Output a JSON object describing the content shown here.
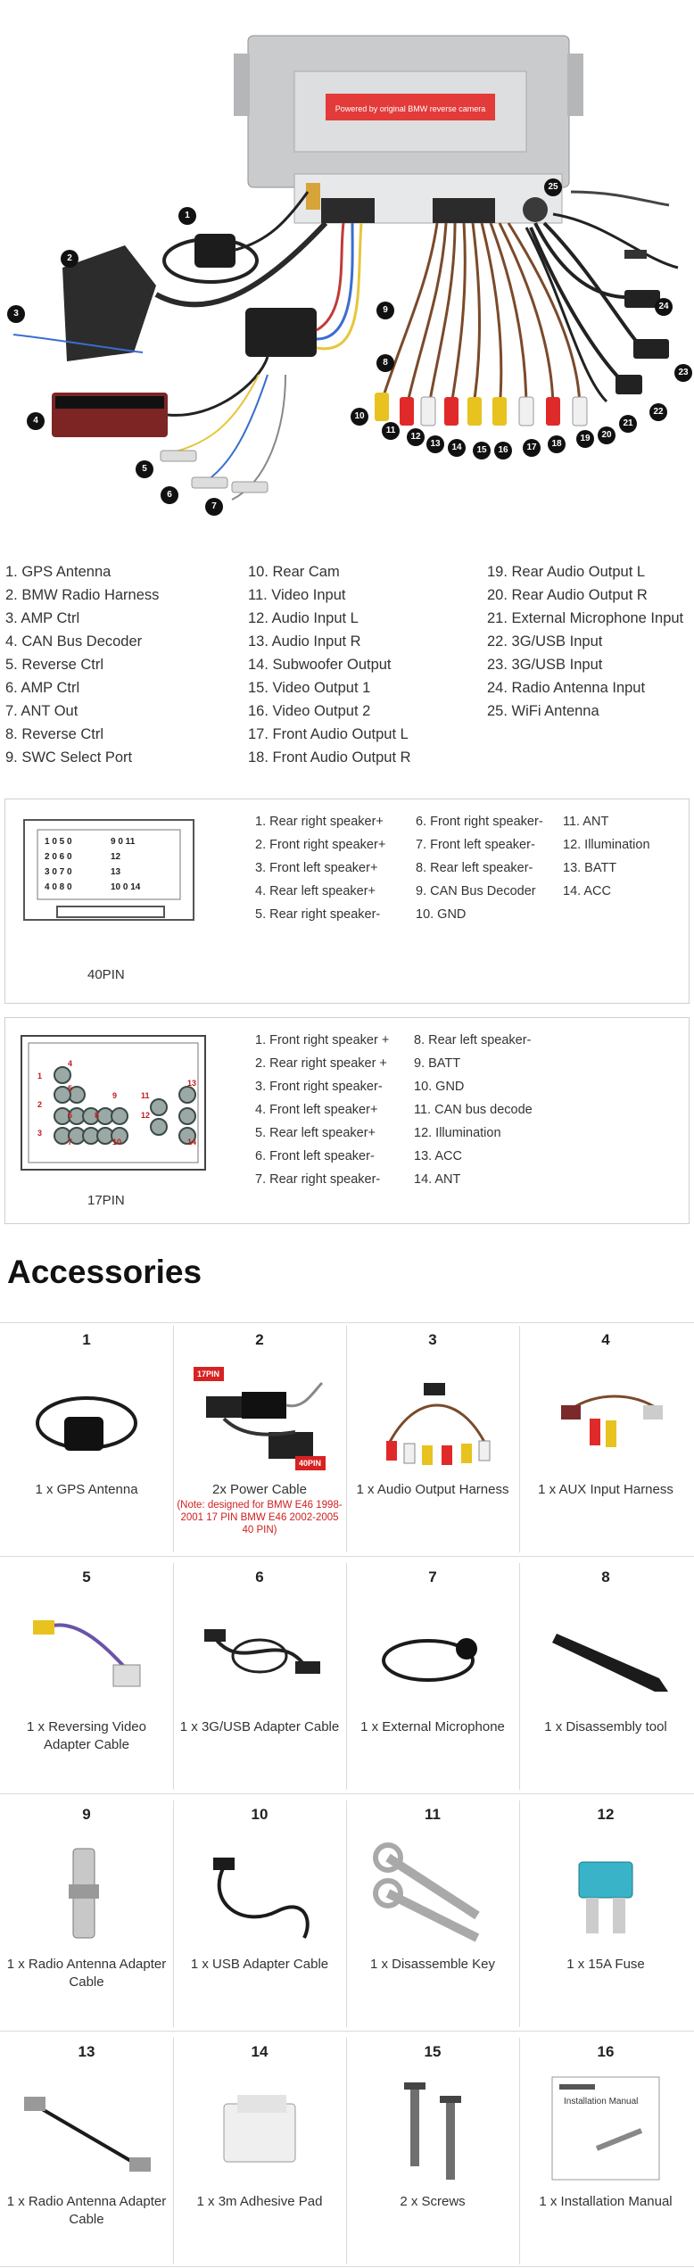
{
  "diagram_callouts": [
    "1",
    "2",
    "3",
    "4",
    "5",
    "6",
    "7",
    "8",
    "9",
    "10",
    "11",
    "12",
    "13",
    "14",
    "15",
    "16",
    "17",
    "18",
    "19",
    "20",
    "21",
    "22",
    "23",
    "24",
    "25"
  ],
  "unit_label": "Powered by original BMW reverse camera",
  "connections": {
    "col1": [
      "1. GPS Antenna",
      "2. BMW Radio Harness",
      "3. AMP Ctrl",
      "4. CAN Bus Decoder",
      "5. Reverse Ctrl",
      "6. AMP Ctrl",
      "7. ANT Out",
      "8. Reverse Ctrl",
      "9. SWC Select Port"
    ],
    "col2": [
      "10. Rear Cam",
      "11. Video Input",
      "12. Audio Input L",
      "13. Audio Input R",
      "14. Subwoofer Output",
      "15. Video Output 1",
      "16. Video Output 2",
      "17. Front Audio Output L",
      "18. Front Audio Output R"
    ],
    "col3": [
      "19. Rear Audio Output L",
      "20. Rear Audio Output R",
      "21. External Microphone Input",
      "22. 3G/USB Input",
      "23. 3G/USB Input",
      "24. Radio Antenna Input",
      "25. WiFi Antenna"
    ]
  },
  "pin40": {
    "caption": "40PIN",
    "connector_rows": [
      {
        "left": "1 0 5 0",
        "right": "9 0 11"
      },
      {
        "left": "2 0 6 0",
        "right": "12"
      },
      {
        "left": "3 0 7 0",
        "right": "13"
      },
      {
        "left": "4 0 8 0",
        "right": "10 0 14"
      }
    ],
    "col1": [
      "1. Rear right speaker+",
      "2. Front right speaker+",
      "3. Front left speaker+",
      "4. Rear left speaker+",
      "5. Rear right speaker-"
    ],
    "col2": [
      "6. Front right speaker-",
      "7. Front left speaker-",
      "8. Rear left speaker-",
      "9. CAN Bus Decoder",
      "10. GND"
    ],
    "col3": [
      "11. ANT",
      "12. Illumination",
      "13. BATT",
      "14. ACC"
    ]
  },
  "pin17": {
    "caption": "17PIN",
    "connector_labels": [
      "1",
      "2",
      "3",
      "4",
      "5",
      "6",
      "7",
      "8",
      "9",
      "10",
      "11",
      "12",
      "13",
      "14"
    ],
    "col1": [
      "1. Front right speaker +",
      "2. Rear right speaker +",
      "3. Front right speaker-",
      "4. Front left speaker+",
      "5. Rear left speaker+",
      "6. Front left speaker-",
      "7. Rear right speaker-"
    ],
    "col2": [
      "8. Rear left speaker-",
      "9. BATT",
      "10. GND",
      "11. CAN bus decode",
      "12. Illumination",
      "13. ACC",
      "14. ANT"
    ]
  },
  "accessories_title": "Accessories",
  "accessories": [
    {
      "num": "1",
      "caption": "1 x GPS Antenna",
      "icon": "gps-antenna-icon"
    },
    {
      "num": "2",
      "caption": "2x Power Cable",
      "note": "(Note: designed for BMW E46 1998-2001 17 PIN BMW E46 2002-2005 40 PIN)",
      "tag_a": "17PIN",
      "tag_b": "40PIN",
      "icon": "power-cable-icon"
    },
    {
      "num": "3",
      "caption": "1 x Audio Output Harness",
      "icon": "rca-harness-icon"
    },
    {
      "num": "4",
      "caption": "1 x AUX Input  Harness",
      "icon": "aux-harness-icon"
    },
    {
      "num": "5",
      "caption": "1 x Reversing Video Adapter Cable",
      "icon": "reverse-video-cable-icon"
    },
    {
      "num": "6",
      "caption": "1 x 3G/USB Adapter Cable",
      "icon": "usb-adapter-cable-icon"
    },
    {
      "num": "7",
      "caption": "1 x External Microphone",
      "icon": "microphone-icon"
    },
    {
      "num": "8",
      "caption": "1 x Disassembly tool",
      "icon": "pry-tool-icon"
    },
    {
      "num": "9",
      "caption": "1 x Radio Antenna Adapter Cable",
      "icon": "antenna-adapter-icon"
    },
    {
      "num": "10",
      "caption": "1 x USB Adapter Cable",
      "icon": "usb-cable-icon"
    },
    {
      "num": "11",
      "caption": "1 x Disassemble Key",
      "icon": "removal-key-icon"
    },
    {
      "num": "12",
      "caption": "1 x 15A Fuse",
      "icon": "fuse-icon"
    },
    {
      "num": "13",
      "caption": "1 x Radio Antenna Adapter Cable",
      "icon": "antenna-cable-icon"
    },
    {
      "num": "14",
      "caption": "1 x 3m Adhesive Pad",
      "icon": "adhesive-pad-icon"
    },
    {
      "num": "15",
      "caption": "2 x Screws",
      "icon": "screws-icon"
    },
    {
      "num": "16",
      "caption": "1 x Installation Manual",
      "manual_title": "Installation Manual",
      "icon": "manual-icon"
    }
  ]
}
